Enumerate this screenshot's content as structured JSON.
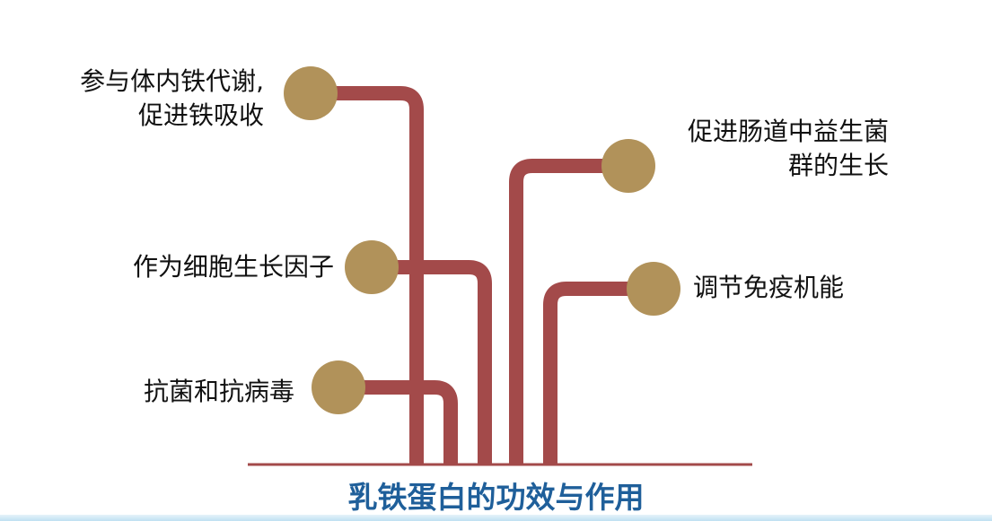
{
  "title": "乳铁蛋白的功效与作用",
  "colors": {
    "branch": "#a34a4a",
    "node": "#b1925a",
    "title": "#1f5f9a",
    "baseline": "#a34a4a"
  },
  "functions": [
    {
      "id": "iron-metabolism",
      "lines": [
        "参与体内铁代谢,",
        "促进铁吸收"
      ]
    },
    {
      "id": "growth-factor",
      "lines": [
        "作为细胞生长因子"
      ]
    },
    {
      "id": "antibacterial-antiviral",
      "lines": [
        "抗菌和抗病毒"
      ]
    },
    {
      "id": "gut-flora",
      "lines": [
        "促进肠道中益生菌",
        "群的生长"
      ]
    },
    {
      "id": "immune-regulation",
      "lines": [
        "调节免疫机能"
      ]
    }
  ]
}
